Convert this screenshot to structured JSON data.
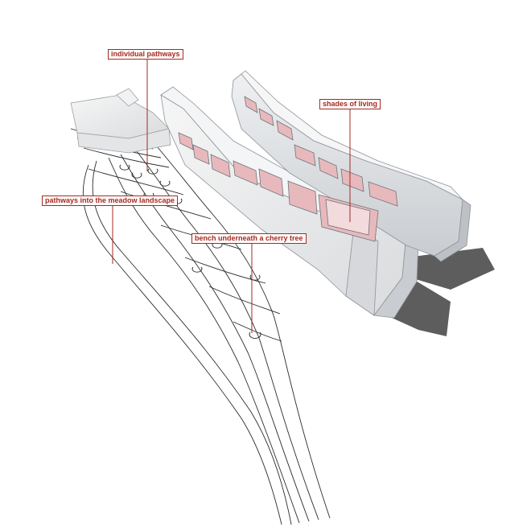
{
  "annotations": {
    "individual_pathways": "individual pathways",
    "shades_of_living": "shades of living",
    "pathways_meadow": "pathways into the meadow landscape",
    "bench_cherry_tree": "bench underneath a cherry tree"
  },
  "colors": {
    "accent": "#a52a1e",
    "interior_pink": "#e7b9bd",
    "shadow": "#5d5d5d",
    "line": "#2b2b2b"
  }
}
